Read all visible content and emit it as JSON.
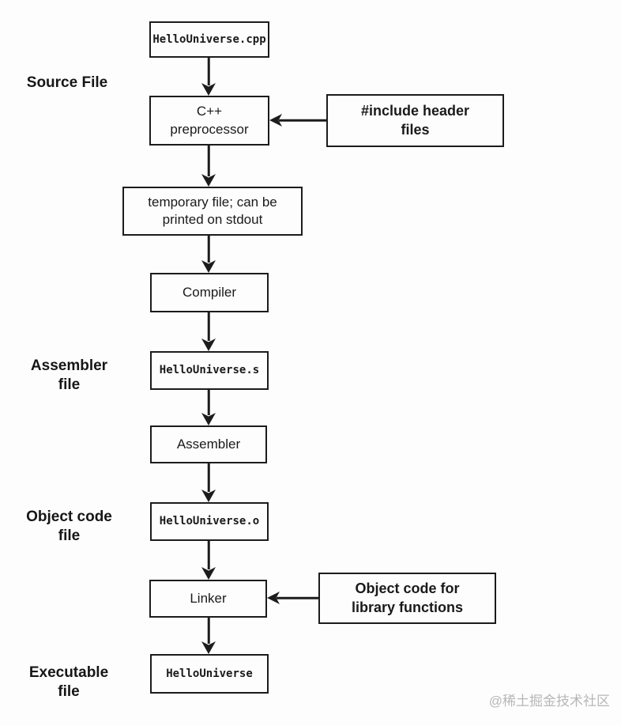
{
  "colors": {
    "line": "#1c1c1c",
    "background": "#fdfdfd",
    "watermark_gray": "#b7b7b7"
  },
  "side_labels": {
    "source_file": "Source File",
    "assembler_file": "Assembler\nfile",
    "object_code_file": "Object code\nfile",
    "executable_file": "Executable\nfile"
  },
  "nodes": {
    "hellouniverse_cpp": "HelloUniverse.cpp",
    "preprocessor": "C++\npreprocessor",
    "include_header": "#include header\nfiles",
    "temp_file": "temporary file; can be\nprinted on stdout",
    "compiler": "Compiler",
    "hellouniverse_s": "HelloUniverse.s",
    "assembler": "Assembler",
    "hellouniverse_o": "HelloUniverse.o",
    "linker": "Linker",
    "object_code_lib": "Object code for\nlibrary functions",
    "hellouniverse": "HelloUniverse"
  },
  "watermark": "@稀土掘金技术社区"
}
